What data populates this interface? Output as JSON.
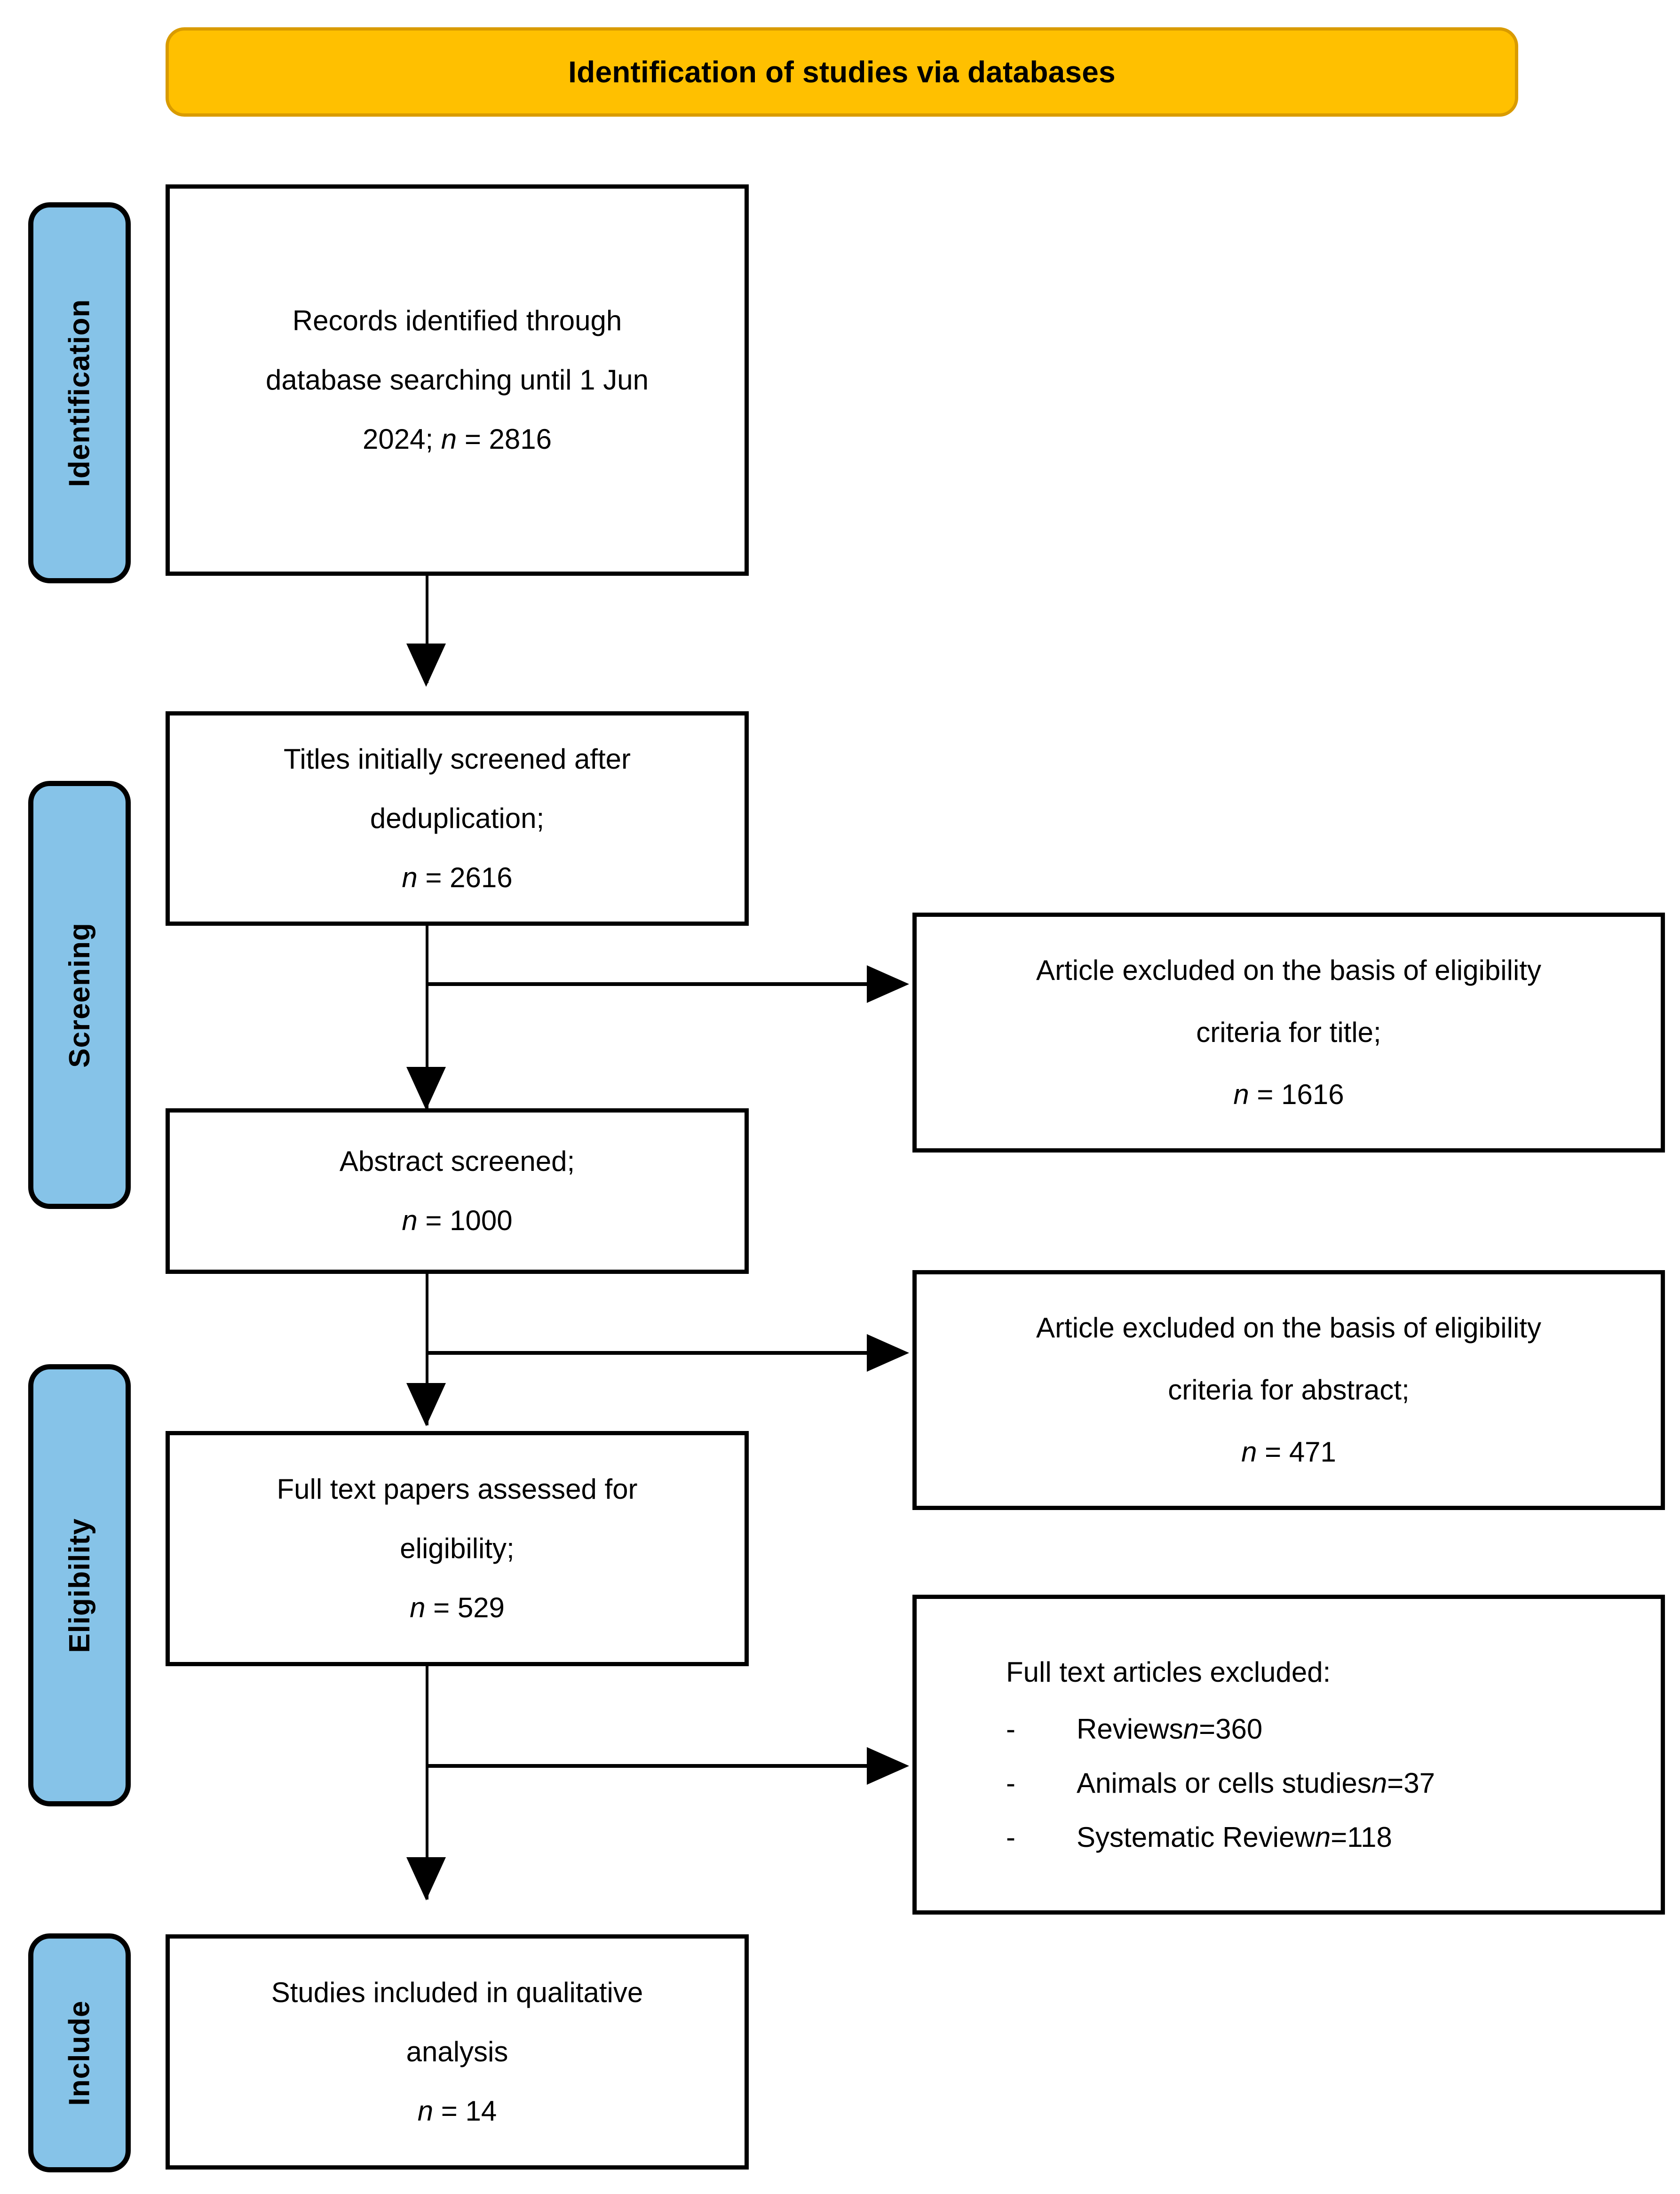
{
  "banner": {
    "title": "Identification of studies via databases",
    "bg_color": "#FFC000",
    "border_color": "#D99B00"
  },
  "stages": [
    {
      "label": "Identification"
    },
    {
      "label": "Screening"
    },
    {
      "label": "Eligibility"
    },
    {
      "label": "Include"
    }
  ],
  "stage_color": "#86C3E8",
  "flow": {
    "box1": {
      "line1": "Records identified through",
      "line2": "database searching until 1 Jun",
      "line3_pre": "2024; ",
      "line3_n": "n",
      "line3_post": " = 2816"
    },
    "box2": {
      "line1": "Titles initially screened after",
      "line2": "deduplication;",
      "line3_n": "n",
      "line3_post": " = 2616"
    },
    "box3": {
      "line1": "Abstract screened;",
      "line2_n": "n",
      "line2_post": " = 1000"
    },
    "box4": {
      "line1": "Full text papers assessed for",
      "line2": "eligibility;",
      "line3_n": "n",
      "line3_post": " = 529"
    },
    "box5": {
      "line1": "Studies included in qualitative",
      "line2": "analysis",
      "line3_n": "n",
      "line3_post": " = 14"
    }
  },
  "exclusions": {
    "excl1": {
      "line1": "Article excluded on the basis of eligibility",
      "line2": "criteria for title;",
      "line3_n": "n",
      "line3_post": " = 1616"
    },
    "excl2": {
      "line1": "Article excluded on the basis of eligibility",
      "line2": "criteria for abstract;",
      "line3_n": "n",
      "line3_post": " = 471"
    },
    "excl3": {
      "title": "Full text articles excluded:",
      "bullet": "-",
      "items": [
        {
          "text": "Reviews ",
          "n": "n",
          "post": " =360"
        },
        {
          "text": "Animals or cells studies ",
          "n": "n",
          "post": " =37"
        },
        {
          "text": "Systematic Review ",
          "n": "n",
          "post": " =118"
        }
      ]
    }
  },
  "chart_data": {
    "type": "diagram",
    "diagram_kind": "PRISMA flow diagram",
    "title": "Identification of studies via databases",
    "nodes": [
      {
        "id": "identified",
        "stage": "Identification",
        "label": "Records identified through database searching until 1 Jun 2024",
        "n": 2816
      },
      {
        "id": "titles_screened",
        "stage": "Screening",
        "label": "Titles initially screened after deduplication",
        "n": 2616
      },
      {
        "id": "excluded_title",
        "stage": "Screening",
        "label": "Article excluded on the basis of eligibility criteria for title",
        "n": 1616
      },
      {
        "id": "abstract_screened",
        "stage": "Screening",
        "label": "Abstract screened",
        "n": 1000
      },
      {
        "id": "excluded_abstract",
        "stage": "Eligibility",
        "label": "Article excluded on the basis of eligibility criteria for abstract",
        "n": 471
      },
      {
        "id": "fulltext_assessed",
        "stage": "Eligibility",
        "label": "Full text papers assessed for eligibility",
        "n": 529
      },
      {
        "id": "excluded_fulltext",
        "stage": "Eligibility",
        "label": "Full text articles excluded",
        "breakdown": [
          {
            "reason": "Reviews",
            "n": 360
          },
          {
            "reason": "Animals or cells studies",
            "n": 37
          },
          {
            "reason": "Systematic Review",
            "n": 118
          }
        ]
      },
      {
        "id": "included",
        "stage": "Include",
        "label": "Studies included in qualitative analysis",
        "n": 14
      }
    ],
    "edges": [
      {
        "from": "identified",
        "to": "titles_screened"
      },
      {
        "from": "titles_screened",
        "to": "excluded_title"
      },
      {
        "from": "titles_screened",
        "to": "abstract_screened"
      },
      {
        "from": "abstract_screened",
        "to": "excluded_abstract"
      },
      {
        "from": "abstract_screened",
        "to": "fulltext_assessed"
      },
      {
        "from": "fulltext_assessed",
        "to": "excluded_fulltext"
      },
      {
        "from": "fulltext_assessed",
        "to": "included"
      }
    ]
  }
}
